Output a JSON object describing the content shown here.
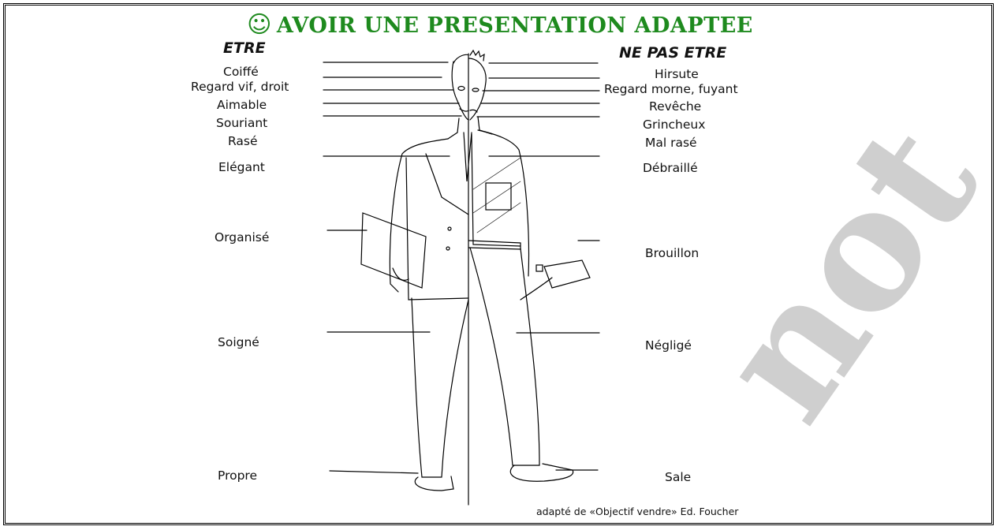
{
  "title": {
    "icon": "smiley-icon",
    "text": "AVOIR UNE PRESENTATION ADAPTEE",
    "color": "#1e8a1e"
  },
  "left_column": {
    "heading": "ETRE",
    "labels": [
      "Coiffé",
      "Regard vif, droit",
      "Aimable",
      "Souriant",
      "Rasé",
      "Elégant",
      "Organisé",
      "Soigné",
      "Propre"
    ]
  },
  "right_column": {
    "heading": "NE PAS ETRE",
    "labels": [
      "Hirsute",
      "Regard morne, fuyant",
      "Revêche",
      "Grincheux",
      "Mal rasé",
      "Débraillé",
      "Brouillon",
      "Négligé",
      "Sale"
    ]
  },
  "credit": "adapté de «Objectif vendre» Ed. Foucher",
  "watermark": "not"
}
